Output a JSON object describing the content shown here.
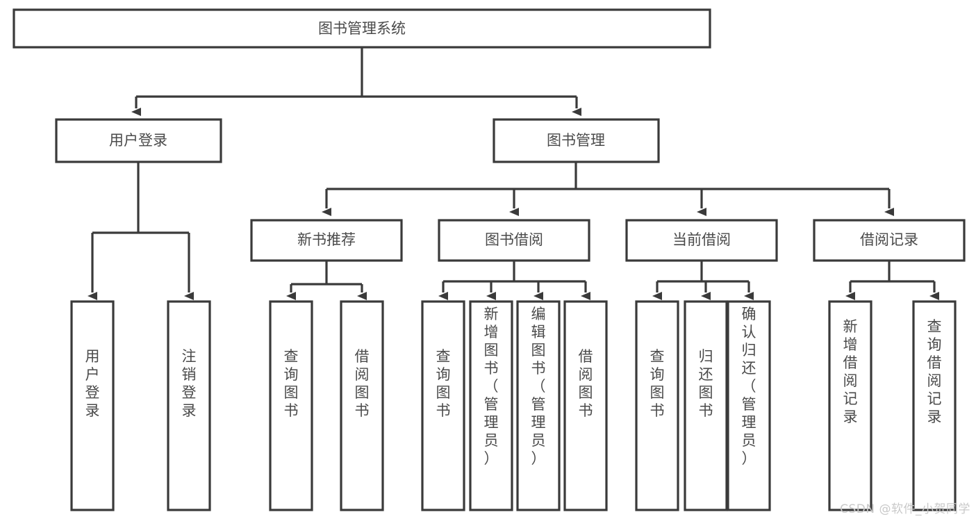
{
  "diagram": {
    "title": "图书管理系统",
    "type": "tree-hierarchy-diagram",
    "colors": {
      "stroke": "#3a3a3a",
      "box_fill": "#ffffff",
      "text": "#4a4a4a",
      "background": "#ffffff",
      "watermark": "#c9c9c9"
    },
    "root": {
      "label": "图书管理系统"
    },
    "level2": [
      {
        "id": "user-login",
        "label": "用户登录"
      },
      {
        "id": "book-management",
        "label": "图书管理"
      }
    ],
    "level3": [
      {
        "id": "new-book-recommend",
        "label": "新书推荐"
      },
      {
        "id": "book-borrow",
        "label": "图书借阅"
      },
      {
        "id": "current-borrow",
        "label": "当前借阅"
      },
      {
        "id": "borrow-record",
        "label": "借阅记录"
      }
    ],
    "leaves": {
      "user-login": [
        {
          "id": "leaf-user-login",
          "label": "用户登录"
        },
        {
          "id": "leaf-logout-login",
          "label": "注销登录"
        }
      ],
      "new-book-recommend": [
        {
          "id": "leaf-query-book-1",
          "label": "查询图书"
        },
        {
          "id": "leaf-borrow-book-1",
          "label": "借阅图书"
        }
      ],
      "book-borrow": [
        {
          "id": "leaf-query-book-2",
          "label": "查询图书"
        },
        {
          "id": "leaf-add-book-admin",
          "label": "新增图书（管理员）"
        },
        {
          "id": "leaf-edit-book-admin",
          "label": "编辑图书（管理员）"
        },
        {
          "id": "leaf-borrow-book-2",
          "label": "借阅图书"
        }
      ],
      "current-borrow": [
        {
          "id": "leaf-query-book-3",
          "label": "查询图书"
        },
        {
          "id": "leaf-return-book",
          "label": "归还图书"
        },
        {
          "id": "leaf-confirm-return-admin",
          "label": "确认归还（管理员）"
        }
      ],
      "borrow-record": [
        {
          "id": "leaf-add-borrow-record",
          "label": "新增借阅记录"
        },
        {
          "id": "leaf-query-borrow-record",
          "label": "查询借阅记录"
        }
      ]
    },
    "watermark": "CSDN @软件_小贺同学"
  }
}
